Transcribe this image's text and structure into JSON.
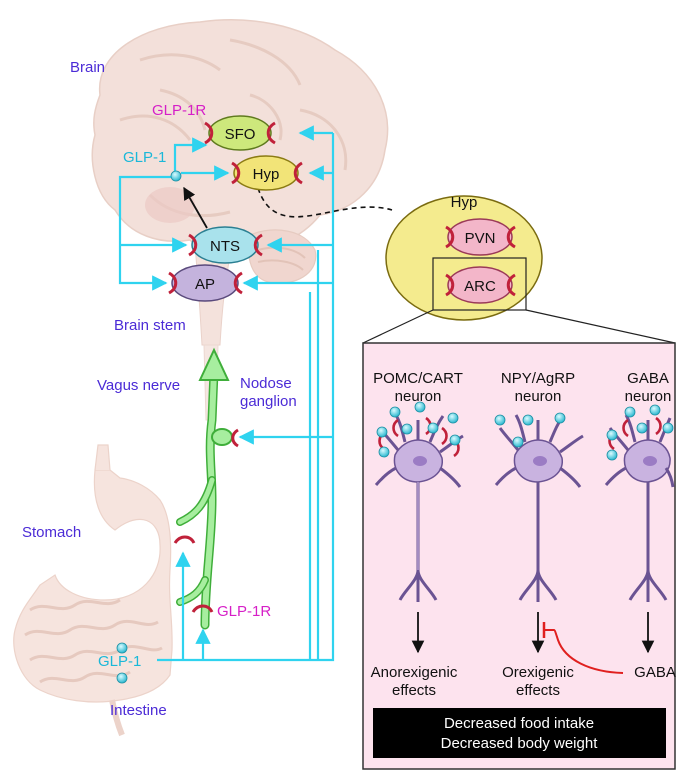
{
  "labels": {
    "brain": "Brain",
    "brain_stem": "Brain stem",
    "vagus_nerve": "Vagus nerve",
    "nodose_ganglion_line1": "Nodose",
    "nodose_ganglion_line2": "ganglion",
    "stomach": "Stomach",
    "intestine": "Intestine",
    "glp1r_top": "GLP-1R",
    "glp1r_bottom": "GLP-1R",
    "glp1_top": "GLP-1",
    "glp1_bottom": "GLP-1"
  },
  "nuclei": {
    "sfo": "SFO",
    "hyp": "Hyp",
    "nts": "NTS",
    "ap": "AP"
  },
  "hyp_detail": {
    "title": "Hyp",
    "pvn": "PVN",
    "arc": "ARC"
  },
  "neurons": [
    {
      "name_line1": "POMC/CART",
      "name_line2": "neuron",
      "effect_line1": "Anorexigenic",
      "effect_line2": "effects"
    },
    {
      "name_line1": "NPY/AgRP",
      "name_line2": "neuron",
      "effect_line1": "Orexigenic",
      "effect_line2": "effects"
    },
    {
      "name_line1": "GABA",
      "name_line2": "neuron",
      "effect_line1": "GABA",
      "effect_line2": ""
    }
  ],
  "outcome": {
    "line1": "Decreased food intake",
    "line2": "Decreased body weight"
  },
  "colors": {
    "cyan_pathway": "#2fd3ef",
    "receptor": "#c0213a",
    "inhibition": "#e0201f",
    "panel_fill": "#fde3ee",
    "hyp_fill": "#f4eb8e",
    "sfo_fill": "#cde87c",
    "hyp_nucleus_fill": "#f2e478",
    "nts_fill": "#a9e2ec",
    "ap_fill": "#c4b3dd",
    "pvn_arc_fill": "#f3b6c9",
    "neuron_fill": "#c9b3e0",
    "vagus_fill": "#9fe89a"
  }
}
